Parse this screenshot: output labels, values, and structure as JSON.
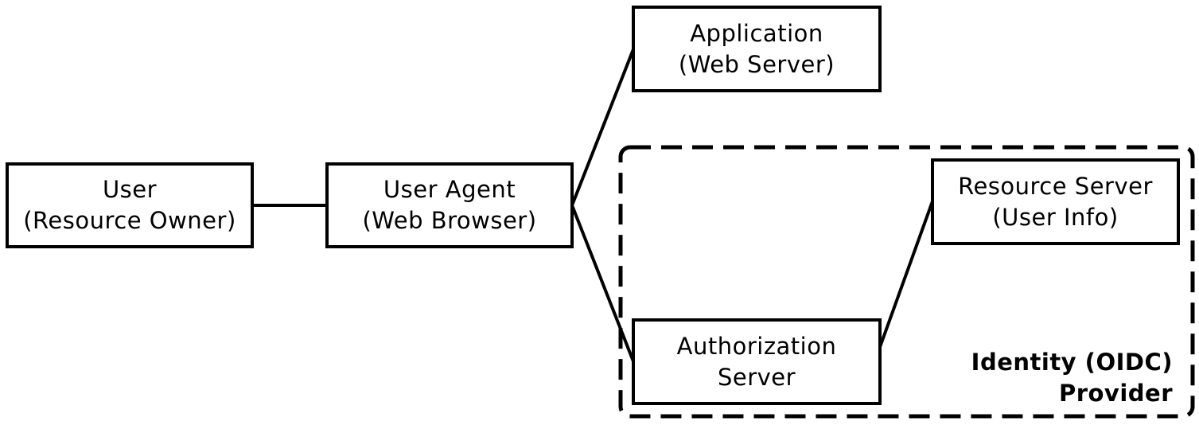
{
  "nodes": {
    "user": {
      "line1": "User",
      "line2": "(Resource Owner)"
    },
    "user_agent": {
      "line1": "User Agent",
      "line2": "(Web Browser)"
    },
    "application": {
      "line1": "Application",
      "line2": "(Web Server)"
    },
    "resource_server": {
      "line1": "Resource Server",
      "line2": "(User Info)"
    },
    "authorization_server": {
      "line1": "Authorization",
      "line2": "Server"
    }
  },
  "provider_region": {
    "line1": "Identity (OIDC)",
    "line2": "Provider"
  },
  "edges": [
    {
      "from": "user",
      "to": "user_agent"
    },
    {
      "from": "user_agent",
      "to": "application"
    },
    {
      "from": "user_agent",
      "to": "authorization_server"
    },
    {
      "from": "authorization_server",
      "to": "resource_server"
    }
  ],
  "colors": {
    "stroke": "#000000",
    "background": "#ffffff"
  }
}
